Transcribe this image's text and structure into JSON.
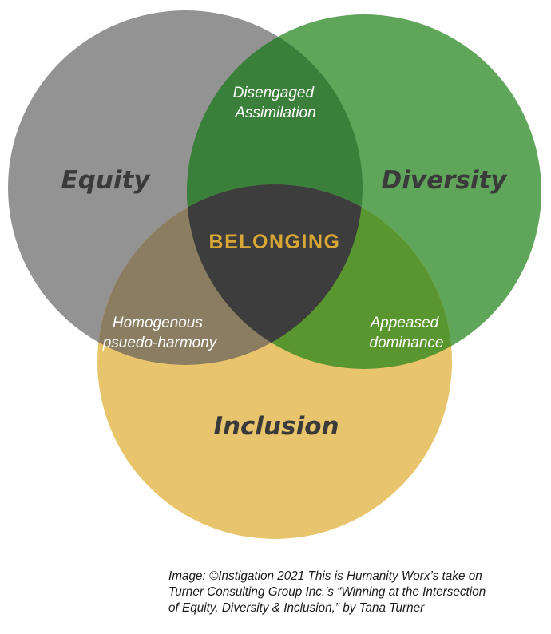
{
  "diagram": {
    "sets": {
      "equity": "Equity",
      "diversity": "Diversity",
      "inclusion": "Inclusion"
    },
    "intersections": {
      "equity_diversity": [
        "Disengaged",
        "Assimilation"
      ],
      "equity_inclusion": [
        "Homogenous",
        "psuedo-harmony"
      ],
      "diversity_inclusion": [
        "Appeased",
        "dominance"
      ],
      "all": "BELONGING"
    },
    "colors": {
      "equity": "#939393",
      "diversity": "#5fa55a",
      "inclusion": "#e8c56c",
      "equity_diversity": "#3a7f3a",
      "equity_inclusion": "#8b7d62",
      "diversity_inclusion": "#5a9630",
      "center": "#3d3d3d",
      "center_text": "#d9a736",
      "set_text": "#3a3a3a",
      "overlap_text": "#ffffff"
    }
  },
  "caption": {
    "lines": [
      "Image: ©Instigation 2021 This is Humanity Worx’s take on",
      "Turner Consulting Group Inc.’s “Winning at the Intersection",
      "of Equity, Diversity & Inclusion,” by Tana Turner"
    ]
  }
}
